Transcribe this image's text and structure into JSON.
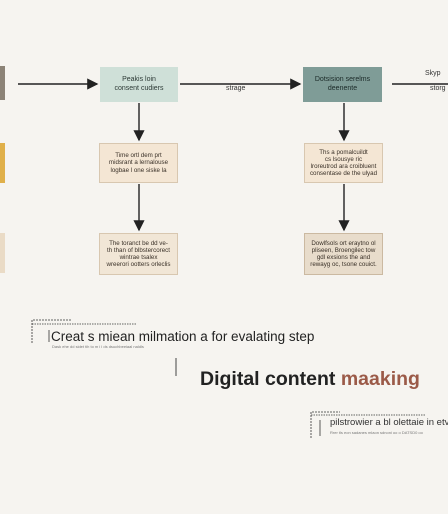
{
  "nodes": {
    "top1": "Peakis loin\nconsent cudiers",
    "top2": "Dotsision serelms\ndeenente",
    "mid1": "Time ortl dem prt\nmidsrant a lernalouse\nlogbae l one siske la",
    "mid2": "Ths a pomalcuildt\ncs lsousye ric\nlroreutrod ara croibluent\nconsentase de the ulyad",
    "bot1": "The toranct be dd ve-\nth than of blbstercorect\nwintrae tsalex\nwreerori ootters orleclis",
    "bot2": "Dowlfsols ort eraytno ol\npliseen, Broengilec tow\ngdl exsions the and\nrewayg oc, tsone couict."
  },
  "labels": {
    "storage": "strage",
    "skype": "Skyp",
    "storage2": "storg"
  },
  "caption": {
    "main": "Creat s miean milmation a for evalating step",
    "sub": "Dask ehe dd  sidet tih   to m i l ds dsuchbeeiaal naldls"
  },
  "title": {
    "main": "Digital content ",
    "accent": "maaking"
  },
  "note": {
    "main": "pilstrowier a bl olettaie in etva",
    "sub": "Rrer tls eon sadanes mlaon  sdnoni oo  o DATSD0 oo"
  },
  "colors": {
    "accent": "#9b5a48",
    "node_green": "#cfe0d8",
    "node_teal": "#7f9c97",
    "node_beige": "#f4e6d4",
    "strip_yellow": "#e0b04a"
  }
}
